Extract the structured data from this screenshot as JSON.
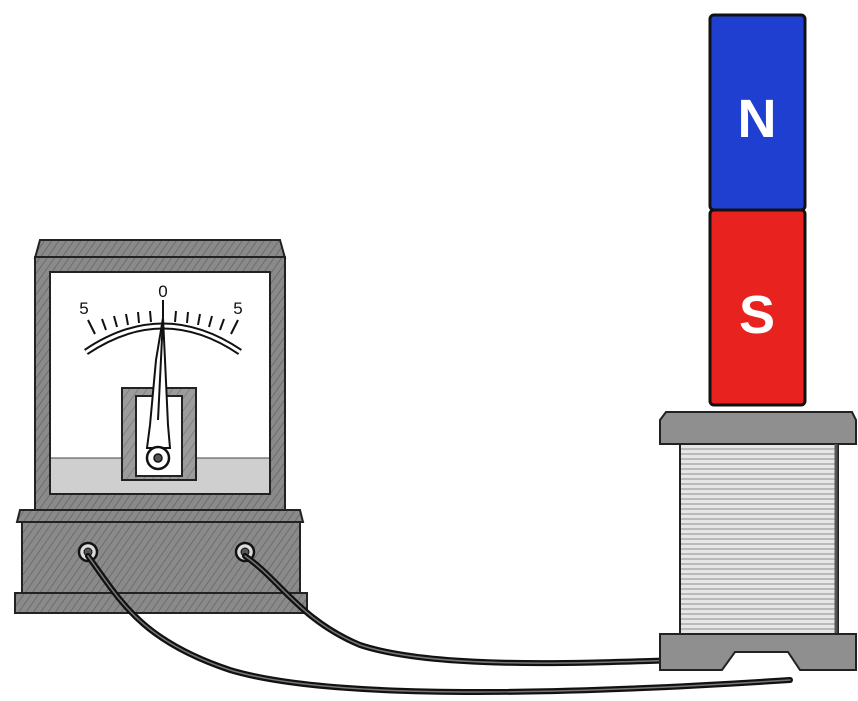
{
  "galvanometer": {
    "scale_left": "5",
    "scale_center": "0",
    "scale_right": "5"
  },
  "magnet": {
    "north_label": "N",
    "south_label": "S",
    "north_color": "#1f3fd1",
    "south_color": "#e8231f"
  }
}
